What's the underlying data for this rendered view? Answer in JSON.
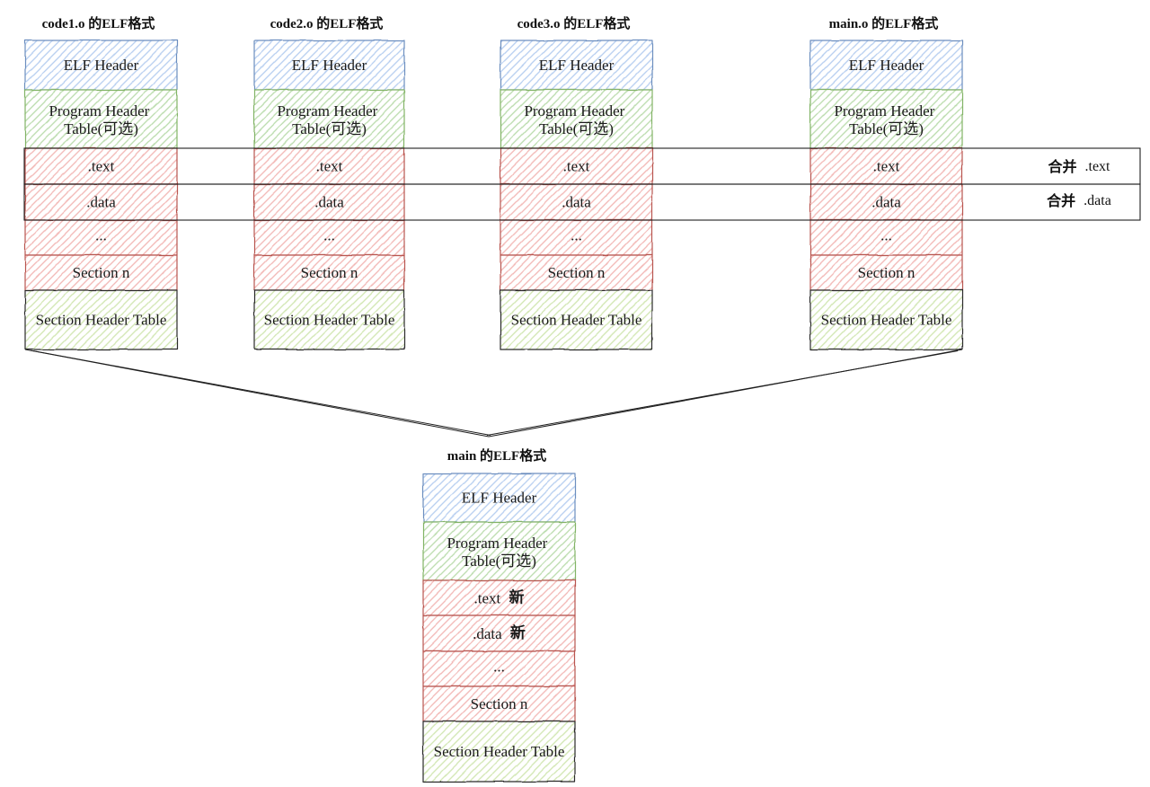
{
  "columns": [
    {
      "title": "code1.o 的ELF格式",
      "elf_header": "ELF Header",
      "program_header_table": [
        "Program Header",
        "Table(可选)"
      ],
      "text": ".text",
      "data": ".data",
      "ellipsis": "...",
      "section_n": "Section n",
      "section_header_table": "Section Header Table"
    },
    {
      "title": "code2.o 的ELF格式",
      "elf_header": "ELF Header",
      "program_header_table": [
        "Program Header",
        "Table(可选)"
      ],
      "text": ".text",
      "data": ".data",
      "ellipsis": "...",
      "section_n": "Section n",
      "section_header_table": "Section Header Table"
    },
    {
      "title": "code3.o 的ELF格式",
      "elf_header": "ELF Header",
      "program_header_table": [
        "Program Header",
        "Table(可选)"
      ],
      "text": ".text",
      "data": ".data",
      "ellipsis": "...",
      "section_n": "Section n",
      "section_header_table": "Section Header Table"
    },
    {
      "title": "main.o 的ELF格式",
      "elf_header": "ELF Header",
      "program_header_table": [
        "Program Header",
        "Table(可选)"
      ],
      "text": ".text",
      "data": ".data",
      "ellipsis": "...",
      "section_n": "Section n",
      "section_header_table": "Section Header Table"
    }
  ],
  "merge_bands": [
    {
      "action": "合并",
      "section": ".text"
    },
    {
      "action": "合并",
      "section": ".data"
    }
  ],
  "output": {
    "title": "main 的ELF格式",
    "elf_header": "ELF Header",
    "program_header_table": [
      "Program Header",
      "Table(可选)"
    ],
    "text": ".text",
    "text_tag": "新",
    "data": ".data",
    "data_tag": "新",
    "ellipsis": "...",
    "section_n": "Section n",
    "section_header_table": "Section Header Table"
  },
  "colors": {
    "header_stroke": "#6c8ebf",
    "header_hatch": "#b5cdf0",
    "program_stroke": "#82b366",
    "program_hatch": "#b9dbab",
    "section_stroke": "#b85450",
    "section_hatch": "#f2b6b4",
    "table_stroke": "#2b2b2b",
    "table_hatch": "#d0e6b0"
  }
}
